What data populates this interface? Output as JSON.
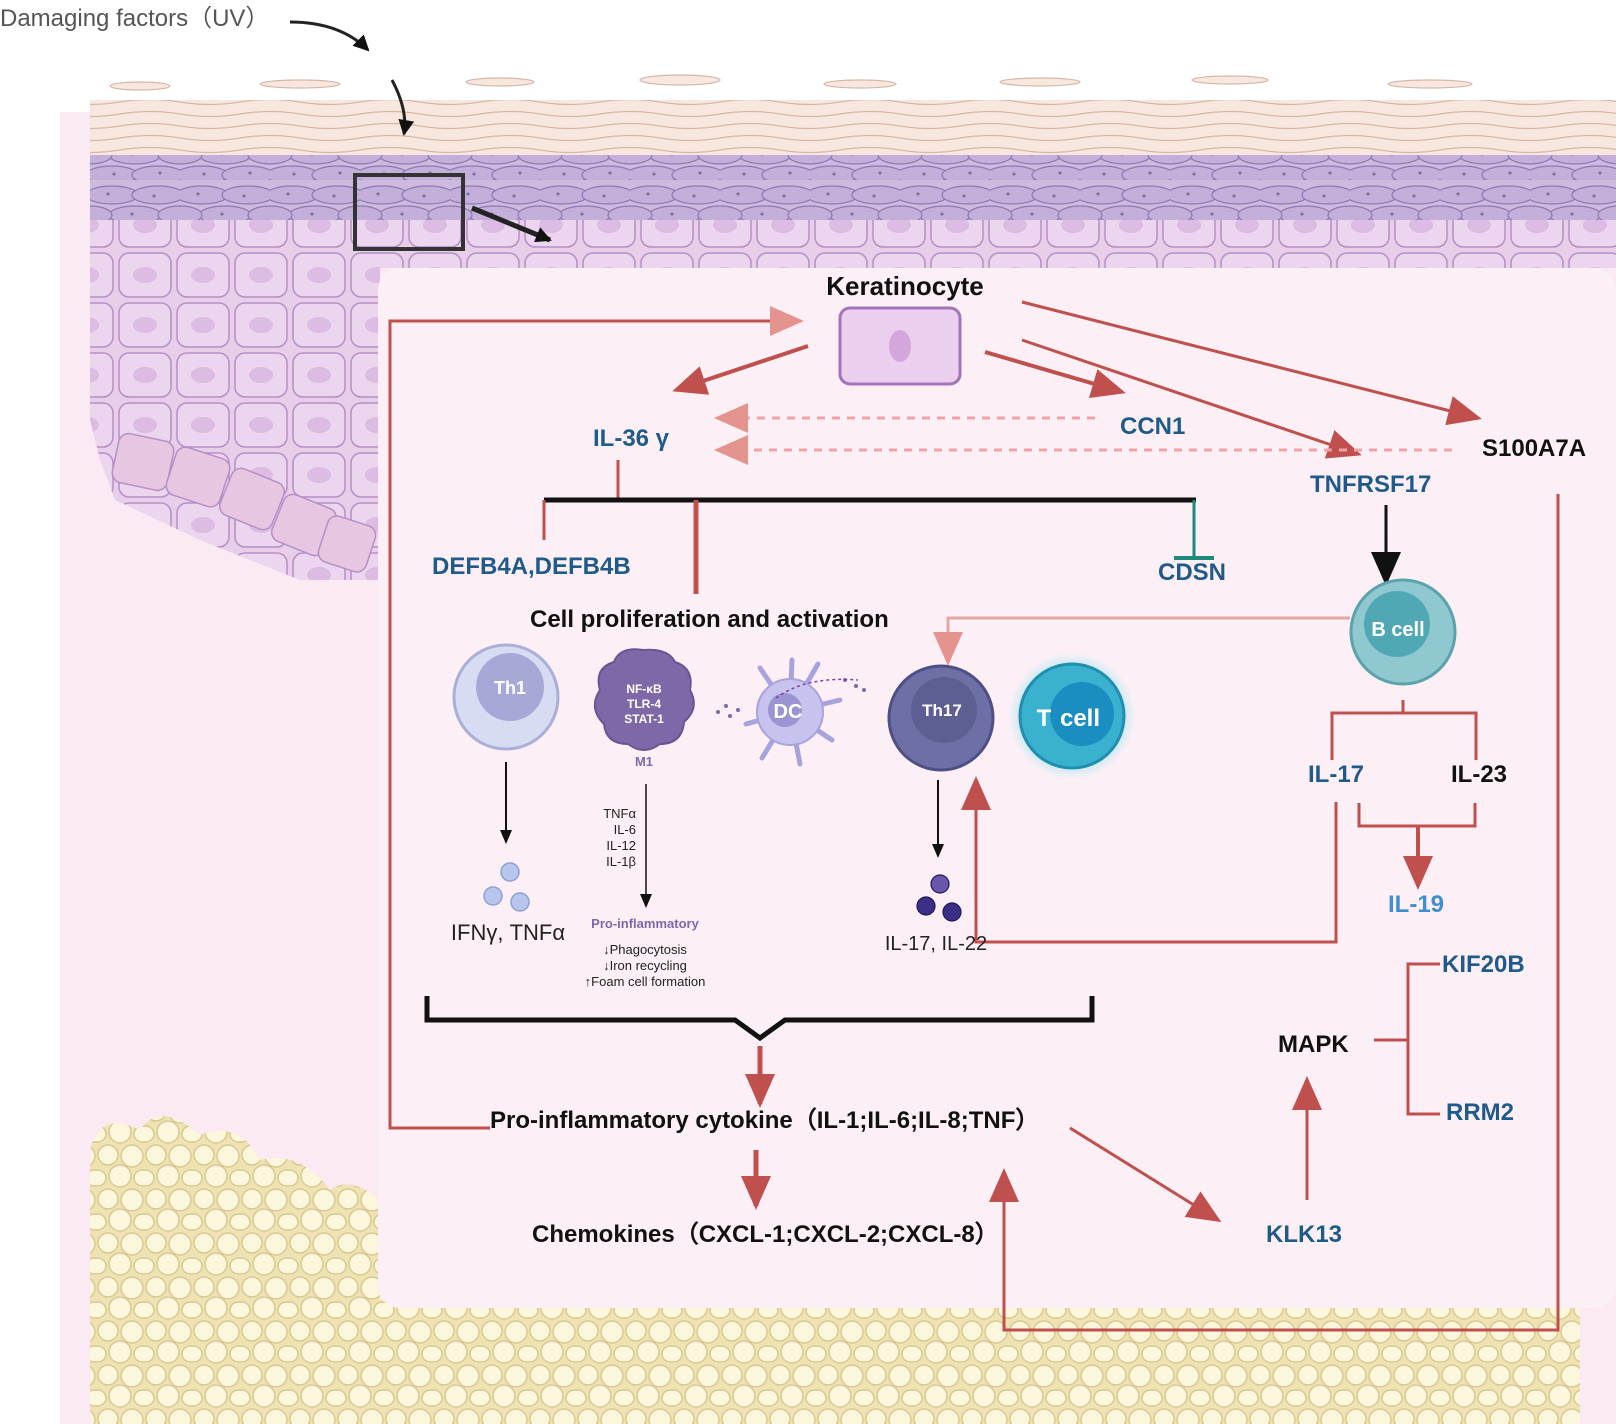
{
  "labels": {
    "damaging": "Damaging factors（UV）",
    "keratinocyte": "Keratinocyte",
    "il36": "IL-36 γ",
    "ccn1": "CCN1",
    "s100a7a": "S100A7A",
    "tnfrsf17": "TNFRSF17",
    "defb": "DEFB4A,DEFB4B",
    "cdsn": "CDSN",
    "cell_prolif": "Cell proliferation and activation",
    "th1": "Th1",
    "m1_markers": [
      "NF-κB",
      "TLR-4",
      "STAT-1"
    ],
    "m1": "M1",
    "dc": "DC",
    "th17": "Th17",
    "tcell_t": "T",
    "tcell_cell": "cell",
    "bcell": "B cell",
    "ifn": "IFNγ, TNFα",
    "m1_cytokines": [
      "TNFα",
      "IL-6",
      "IL-12",
      "IL-1β"
    ],
    "pro_inflammatory_small": "Pro-inflammatory",
    "m1_effects": [
      "↓Phagocytosis",
      "↓Iron recycling",
      "↑Foam cell formation"
    ],
    "il17_il22": "IL-17, IL-22",
    "il17": "IL-17",
    "il23": "IL-23",
    "il19": "IL-19",
    "kif20b": "KIF20B",
    "mapk": "MAPK",
    "rrm2": "RRM2",
    "pro_cytokine": "Pro-inflammatory cytokine（IL-1;IL-6;IL-8;TNF）",
    "chemokines": "Chemokines（CXCL-1;CXCL-2;CXCL-8）",
    "klk13": "KLK13"
  },
  "colors": {
    "red_arrow": "#c0504d",
    "blue_label": "#1f5a8a",
    "light_blue_label": "#3f8fd0",
    "panel_bg": "#fcf0f6",
    "skin_purple": "#b9a4d4",
    "fat": "#f6eec6",
    "teal_inhibit": "#1f8a7a"
  }
}
